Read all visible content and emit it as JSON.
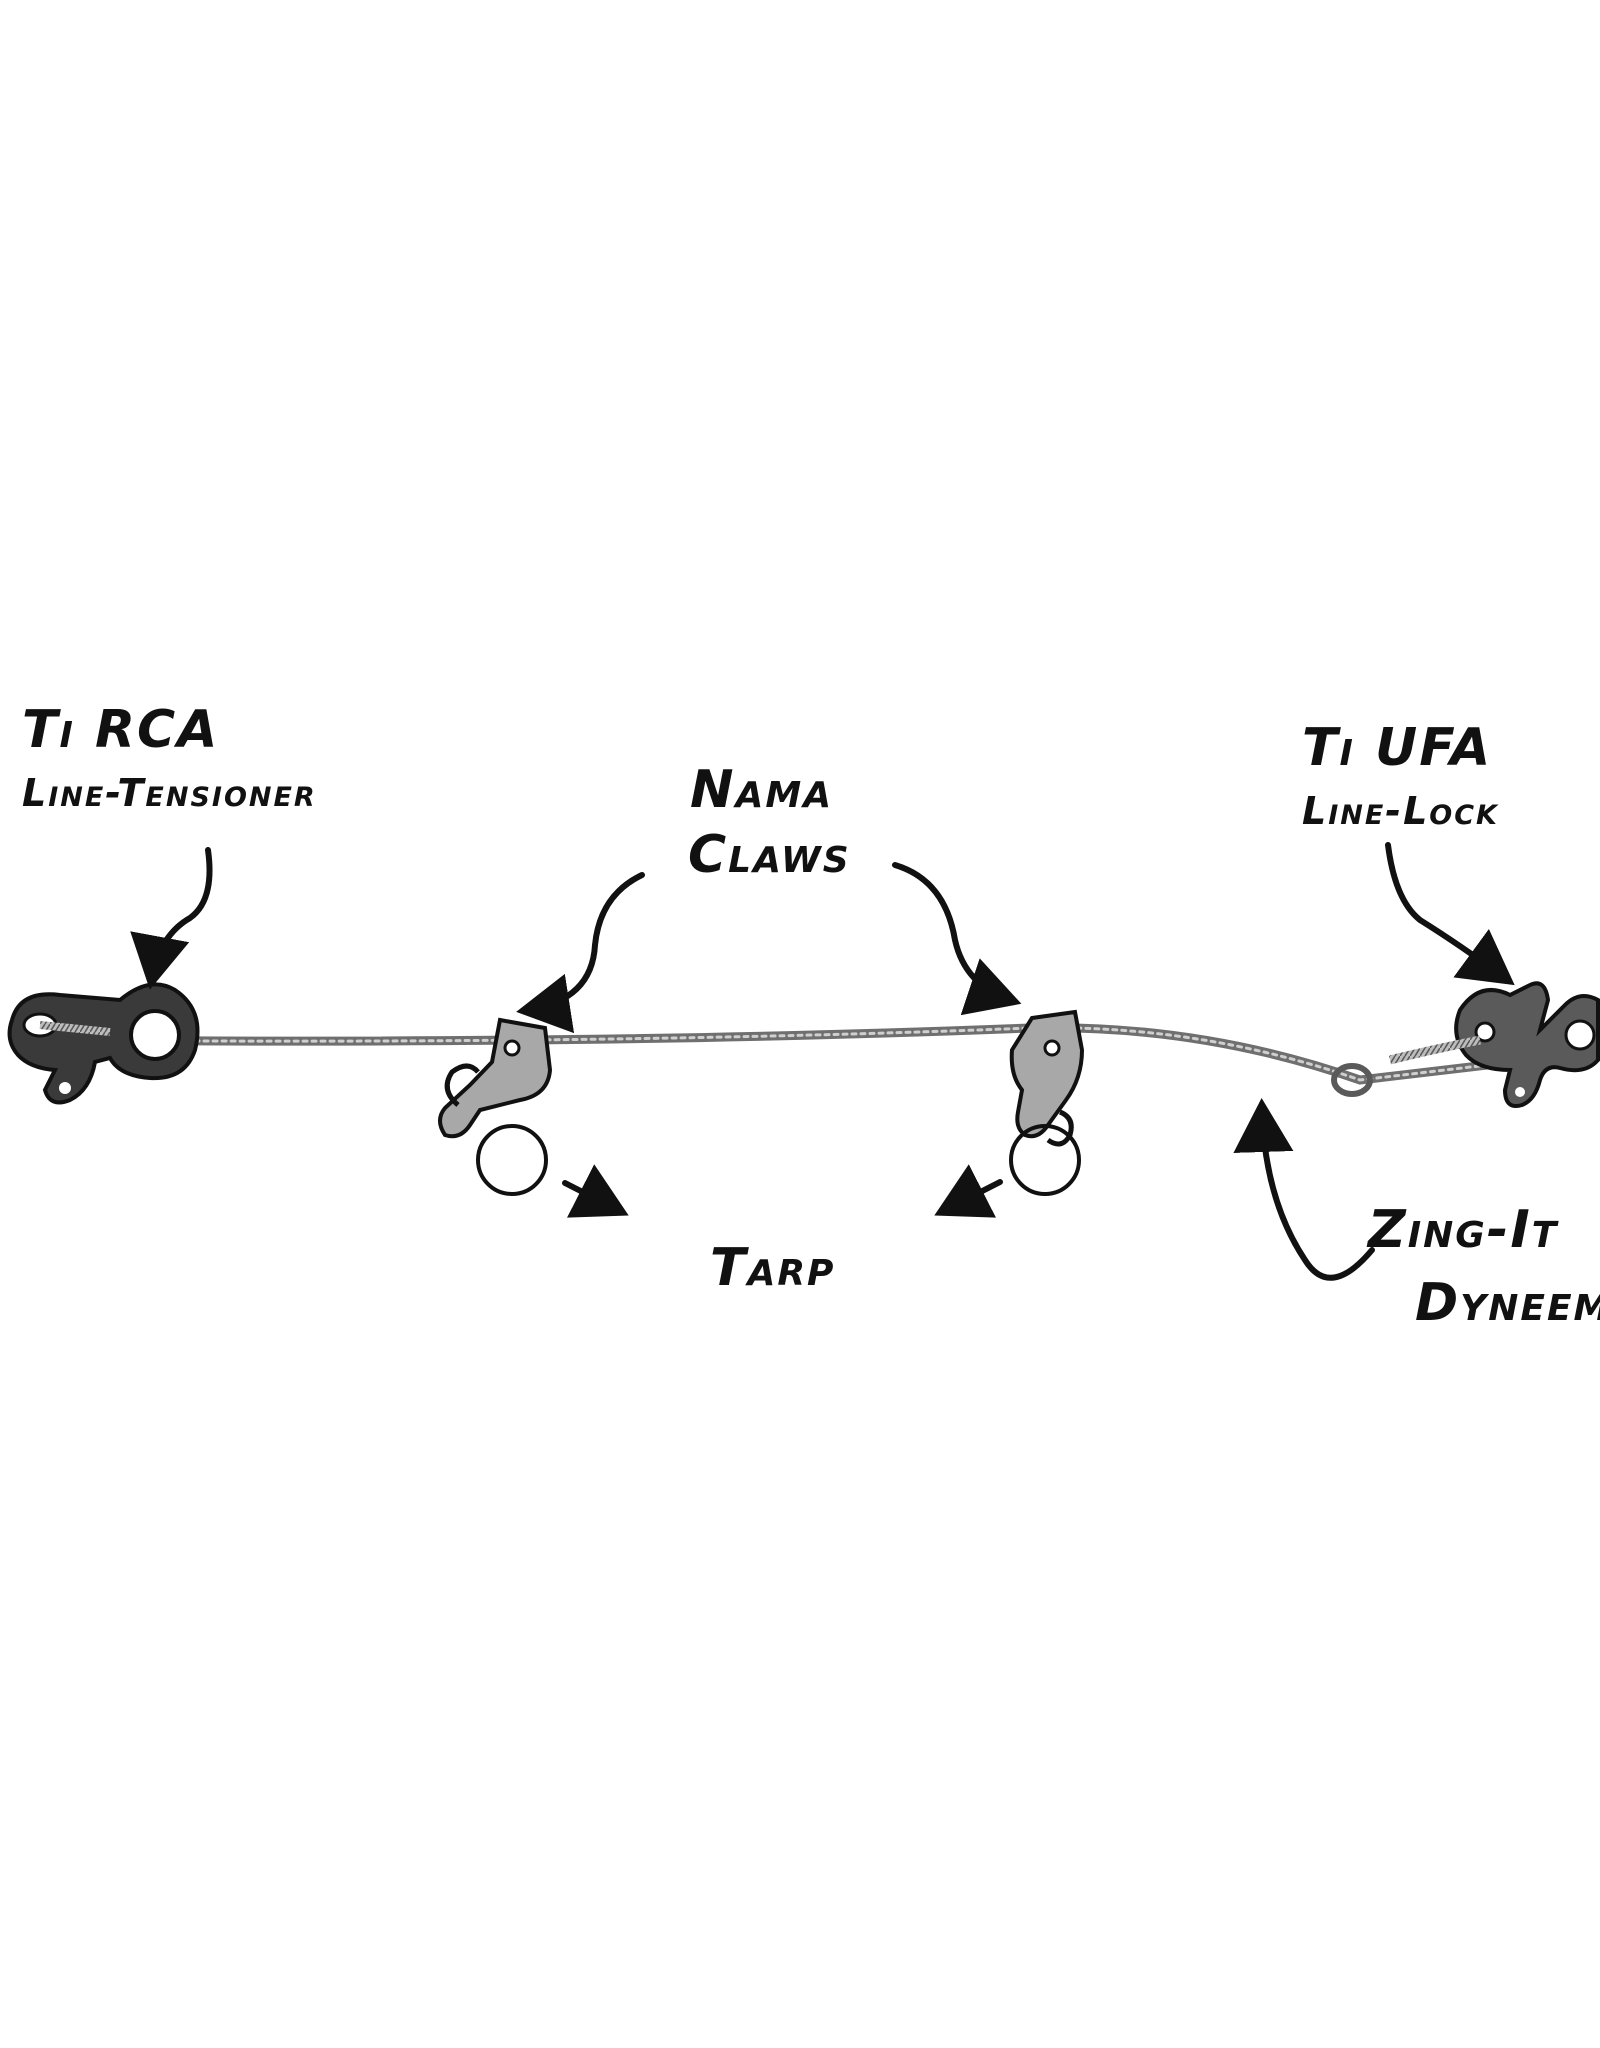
{
  "labels": {
    "ti_rca": "Ti RCA",
    "line_tensioner": "Line-Tensioner",
    "nama": "Nama",
    "claws": "Claws",
    "ti_ufa": "Ti UFA",
    "line_lock": "Line-Lock",
    "tarp": "Tarp",
    "zing_it_line1": "Zing-It",
    "zing_it_line2": "Dyneema"
  },
  "colors": {
    "ink": "#111111",
    "metal_dark": "#3a3a3a",
    "metal_light": "#a8a8a8",
    "rope": "#8c8c8c"
  },
  "icons": {
    "left_hardware": "tensioner-icon",
    "right_hardware": "line-lock-icon",
    "claw": "claw-hook-icon",
    "tarp_ring": "ring-icon"
  }
}
